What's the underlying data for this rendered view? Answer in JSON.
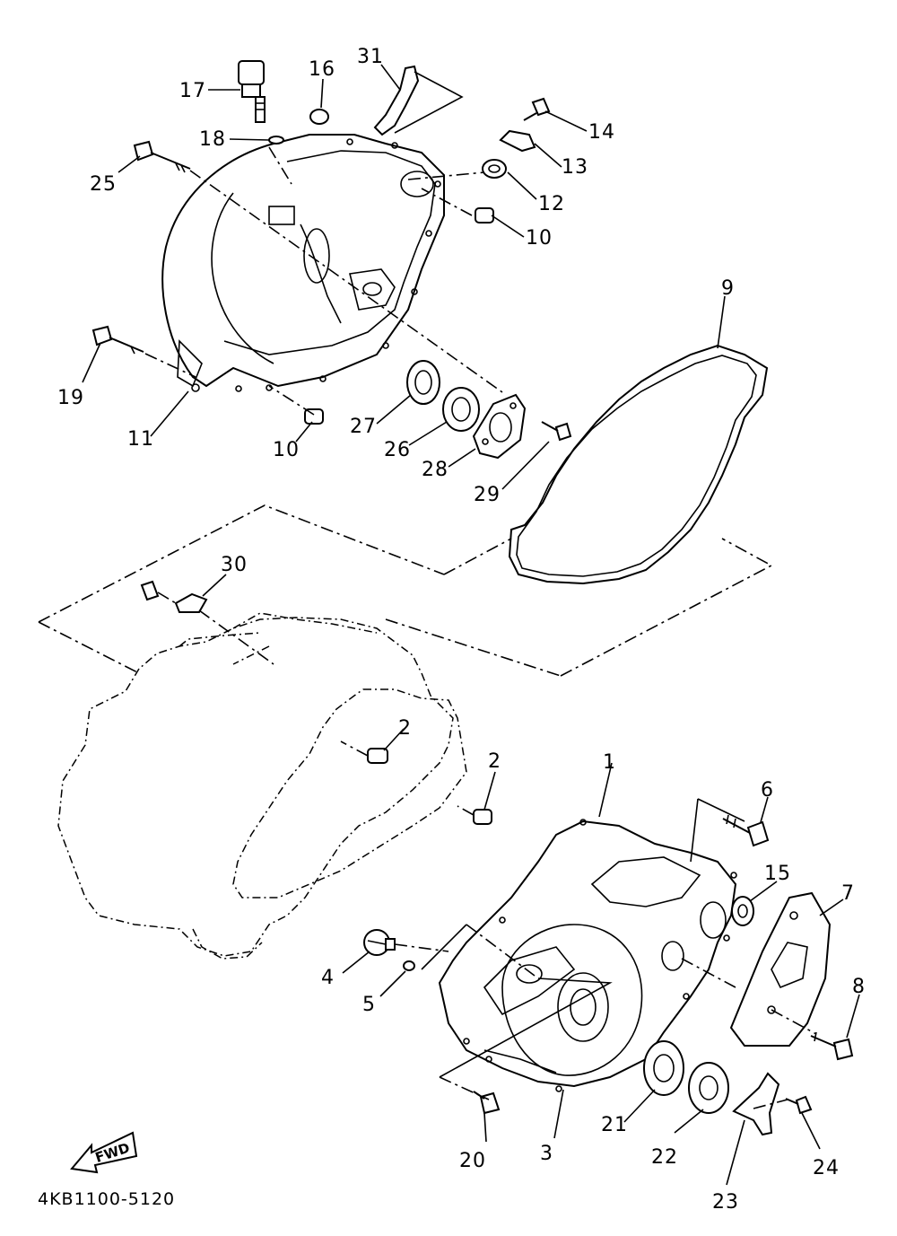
{
  "diagram": {
    "part_code": "4KB1100-5120",
    "fwd_label": "FWD",
    "callouts": {
      "p1": "1",
      "p2a": "2",
      "p2b": "2",
      "p3": "3",
      "p4": "4",
      "p5": "5",
      "p6": "6",
      "p7": "7",
      "p8": "8",
      "p9": "9",
      "p10a": "10",
      "p10b": "10",
      "p11": "11",
      "p12": "12",
      "p13": "13",
      "p14": "14",
      "p15": "15",
      "p16": "16",
      "p17": "17",
      "p18": "18",
      "p19": "19",
      "p20": "20",
      "p21": "21",
      "p22": "22",
      "p23": "23",
      "p24": "24",
      "p25": "25",
      "p26": "26",
      "p27": "27",
      "p28": "28",
      "p29": "29",
      "p30": "30",
      "p31": "31"
    }
  }
}
